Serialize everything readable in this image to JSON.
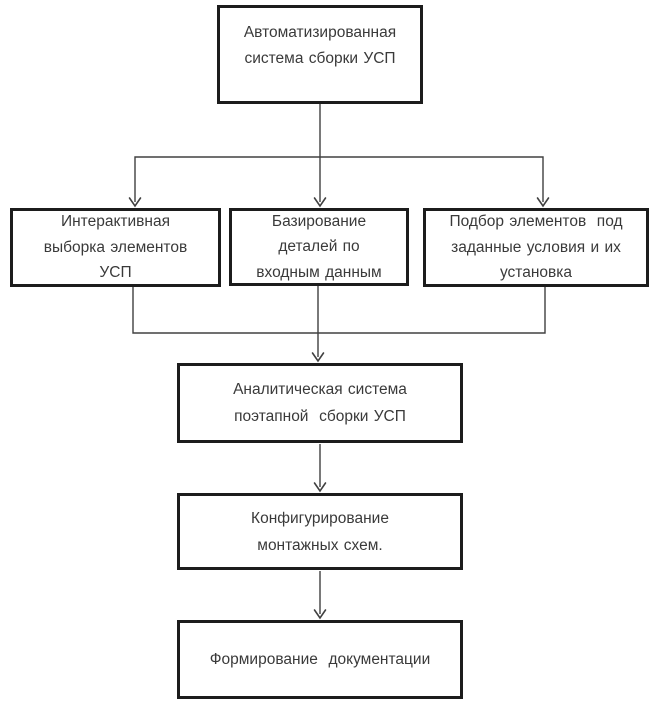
{
  "diagram": {
    "type": "flowchart",
    "colors": {
      "box_border": "#1c1c1c",
      "connector": "#404040",
      "text": "#3a3a3a",
      "background": "#ffffff"
    },
    "boxes": [
      {
        "name": "automated-assembly-system",
        "lines": [
          "Автоматизированная",
          "система сборки УСП"
        ]
      },
      {
        "name": "interactive-selection",
        "lines": [
          "Интерактивная",
          "выборка элементов",
          "УСП"
        ]
      },
      {
        "name": "part-basing",
        "lines": [
          "Базирование",
          "деталей по",
          "входным данным"
        ]
      },
      {
        "name": "element-selection",
        "lines": [
          "Подбор элементов  под",
          "заданные условия и их",
          "установка"
        ]
      },
      {
        "name": "analytical-system",
        "lines": [
          "Аналитическая система",
          "поэтапной  сборки УСП"
        ]
      },
      {
        "name": "schematic-configuration",
        "lines": [
          "Конфигурирование",
          "монтажных схем."
        ]
      },
      {
        "name": "documentation-generation",
        "lines": [
          "Формирование  документации"
        ]
      }
    ],
    "edges": [
      "automated-assembly-system -> interactive-selection",
      "automated-assembly-system -> part-basing",
      "automated-assembly-system -> element-selection",
      "interactive-selection -> analytical-system",
      "part-basing -> analytical-system",
      "element-selection -> analytical-system",
      "analytical-system -> schematic-configuration",
      "schematic-configuration -> documentation-generation"
    ]
  }
}
